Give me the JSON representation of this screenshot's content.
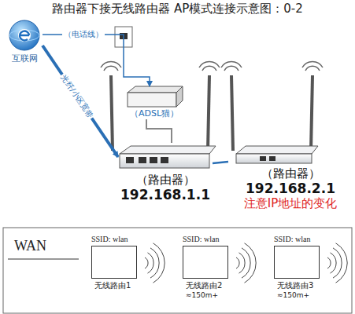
{
  "diagram": {
    "title": "路由器下接无线路由器 AP模式连接示意图：0-2",
    "nodes": [
      {
        "text": [
          "互联网"
        ]
      },
      {
        "text": [
          "（ADSL猫）"
        ]
      },
      {
        "text": [
          "（路由器）",
          "192.168.1.1"
        ]
      },
      {
        "text": [
          "（路由器）",
          "192.168.2.1",
          "注意IP地址的变化"
        ]
      },
      {
        "text": [
          "SSID: wlan",
          "无线路由1"
        ]
      },
      {
        "text": [
          "SSID: wlan",
          "无线路由2",
          "≈150m+"
        ]
      },
      {
        "text": [
          "SSID: wlan",
          "无线路由3",
          "≈150m+"
        ]
      }
    ],
    "edges": [
      {
        "from": 0,
        "to": 1,
        "arrow": "to",
        "label": "（电话线）"
      },
      {
        "from": 0,
        "to": 2,
        "arrow": "to",
        "label": "光纤/小区宽带"
      },
      {
        "from": 1,
        "to": 2,
        "arrow": "none"
      },
      {
        "from": 2,
        "to": 3,
        "arrow": "none"
      }
    ],
    "labels": [
      "WAN"
    ]
  }
}
